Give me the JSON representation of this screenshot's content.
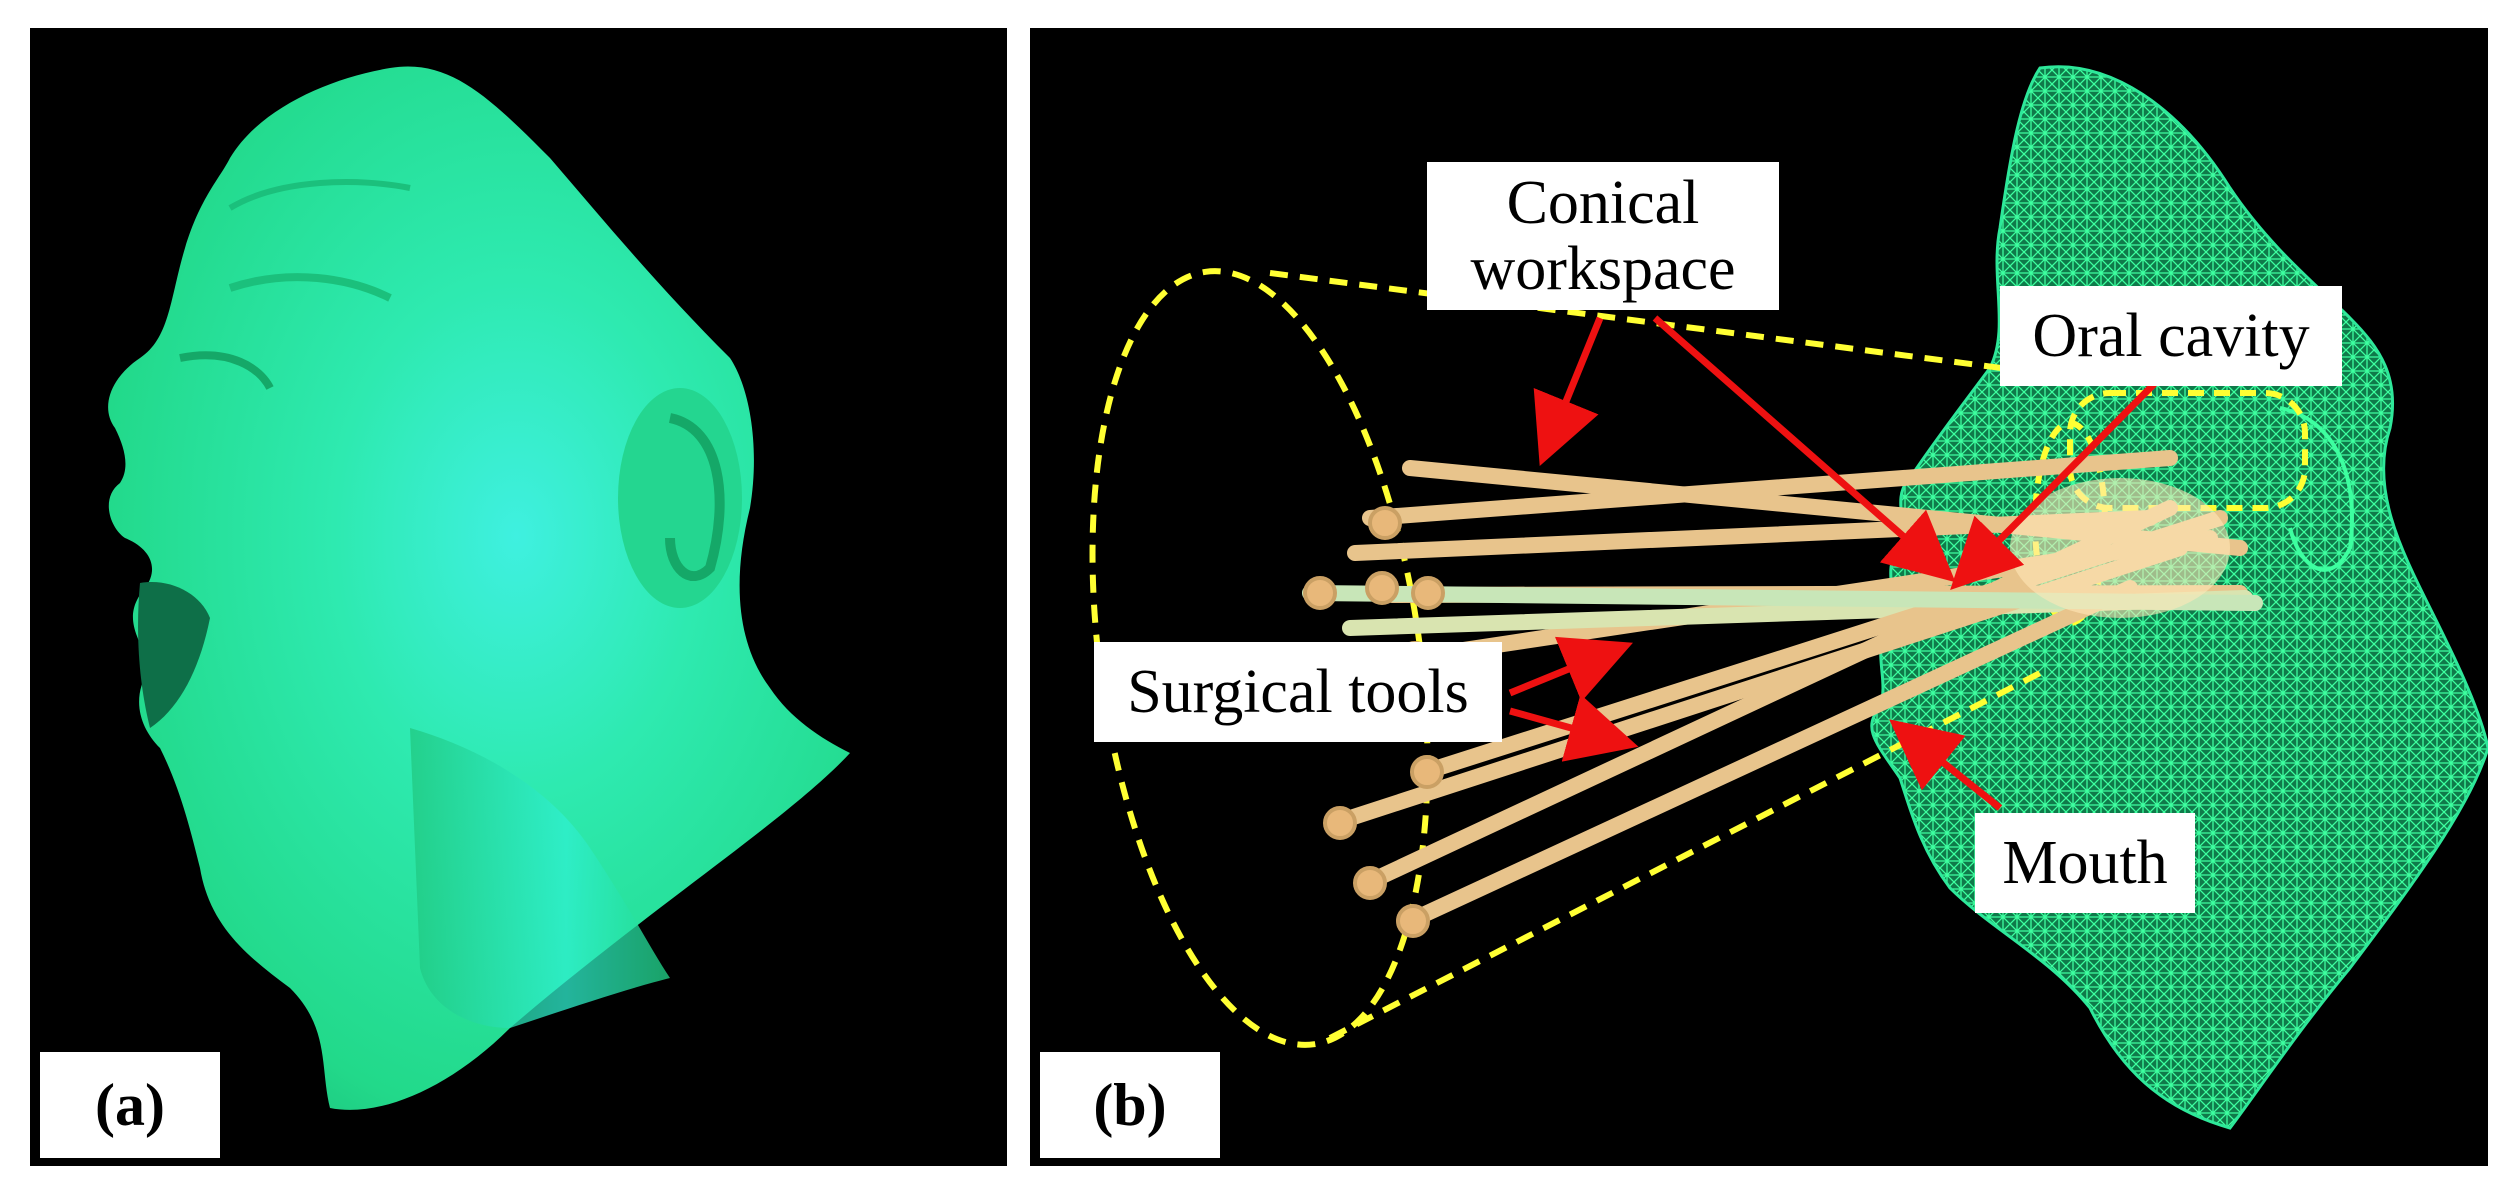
{
  "figure": {
    "panels": [
      {
        "id": "a",
        "label": "(a)"
      },
      {
        "id": "b",
        "label": "(b)"
      }
    ],
    "annotations": {
      "conical_workspace": "Conical\nworkspace",
      "oral_cavity": "Oral cavity",
      "surgical_tools": "Surgical tools",
      "mouth": "Mouth"
    },
    "colors": {
      "background": "#000000",
      "face_model": "#2ee89a",
      "mesh": "#22d98a",
      "cone_outline": "#ffff33",
      "tools": "#e8c48c",
      "arrows": "#ee1111",
      "label_bg": "#ffffff"
    }
  }
}
